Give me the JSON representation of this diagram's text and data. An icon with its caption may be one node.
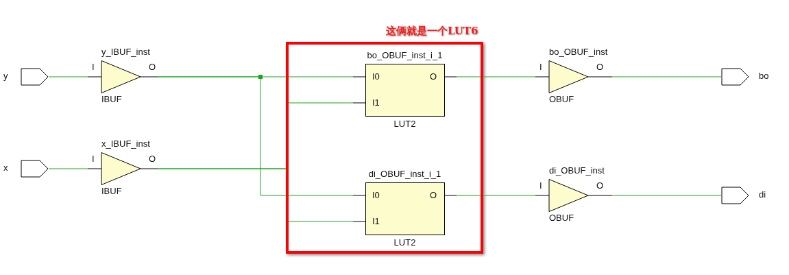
{
  "diagram": {
    "nodes": [
      {
        "text": [
          "y"
        ]
      },
      {
        "text": [
          "x"
        ]
      },
      {
        "text": [
          "y_IBUF_inst",
          "I",
          "O",
          "IBUF"
        ]
      },
      {
        "text": [
          "x_IBUF_inst",
          "I",
          "O",
          "IBUF"
        ]
      },
      {
        "text": [
          "这俩就是一个LUT6"
        ]
      },
      {
        "text": [
          "bo_OBUF_inst_i_1",
          "I0",
          "O",
          "I1",
          "LUT2"
        ],
        "in": 4
      },
      {
        "text": [
          "di_OBUF_inst_i_1",
          "I0",
          "O",
          "I1",
          "LUT2"
        ],
        "in": 4
      },
      {
        "text": [
          "bo_OBUF_inst",
          "I",
          "O",
          "OBUF"
        ]
      },
      {
        "text": [
          "di_OBUF_inst",
          "I",
          "O",
          "OBUF"
        ]
      },
      {
        "text": [
          "bo"
        ]
      },
      {
        "text": [
          "di"
        ]
      }
    ],
    "edges": [
      {
        "from": 0,
        "to": 2,
        "arrow": "none"
      },
      {
        "from": 1,
        "to": 3,
        "arrow": "none"
      },
      {
        "from": 2,
        "to": 5,
        "arrow": "none"
      },
      {
        "from": 2,
        "to": 6,
        "arrow": "none"
      },
      {
        "from": 3,
        "to": 5,
        "arrow": "none"
      },
      {
        "from": 3,
        "to": 6,
        "arrow": "none"
      },
      {
        "from": 5,
        "to": 7,
        "arrow": "none"
      },
      {
        "from": 6,
        "to": 8,
        "arrow": "none"
      },
      {
        "from": 7,
        "to": 9,
        "arrow": "none"
      },
      {
        "from": 8,
        "to": 10,
        "arrow": "none"
      }
    ]
  }
}
